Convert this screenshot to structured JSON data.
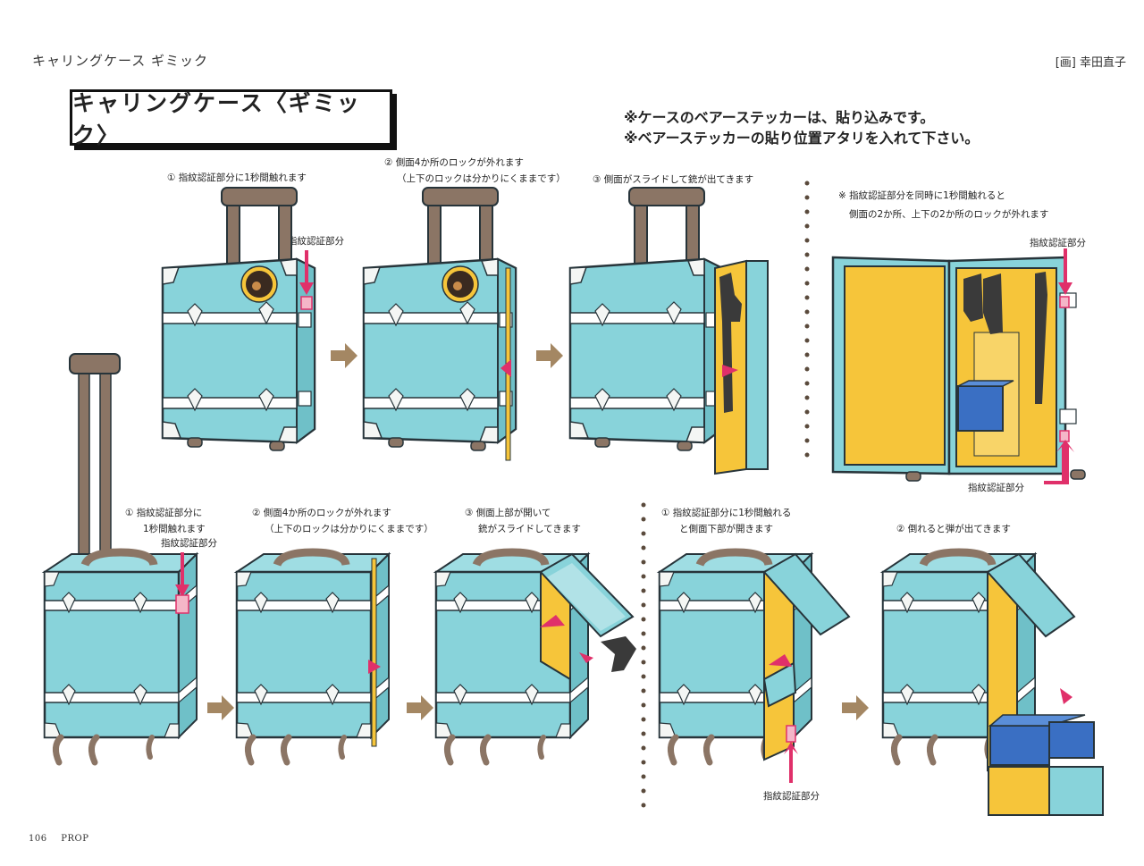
{
  "header": {
    "section_title": "キャリングケース ギミック",
    "credit": "[画] 幸田直子"
  },
  "title": "キャリングケース〈ギミック〉",
  "notes": [
    "※ケースのベアーステッカーは、貼り込みです。",
    "※ベアーステッカーの貼り位置アタリを入れて下さい。"
  ],
  "top_row": {
    "step1": "① 指紋認証部分に1秒間触れます",
    "step1_pointer": "指紋認証部分",
    "step2_line1": "② 側面4か所のロックが外れます",
    "step2_line2": "（上下のロックは分かりにくままです）",
    "step3": "③ 側面がスライドして銃が出てきます",
    "aside_line1": "※ 指紋認証部分を同時に1秒間触れると",
    "aside_line2": "側面の2か所、上下の2か所のロックが外れます",
    "aside_pointer_top": "指紋認証部分",
    "aside_pointer_bottom": "指紋認証部分"
  },
  "bottom_row": {
    "step1_line1": "① 指紋認証部分に",
    "step1_line2": "1秒間触れます",
    "step1_pointer": "指紋認証部分",
    "step2_line1": "② 側面4か所のロックが外れます",
    "step2_line2": "（上下のロックは分かりにくままです）",
    "step3_line1": "③ 側面上部が開いて",
    "step3_line2": "銃がスライドしてきます",
    "right_step1_line1": "① 指紋認証部分に1秒間触れる",
    "right_step1_line2": "と側面下部が開きます",
    "right_step2": "② 倒れると弾が出てきます",
    "right_pointer": "指紋認証部分"
  },
  "footer": {
    "page_number": "106",
    "section": "PROP"
  },
  "colors": {
    "case_body": "#88d3da",
    "case_outline": "#27343a",
    "band": "#ffffff",
    "handle": "#8b7565",
    "interior": "#f6c53a",
    "arrow": "#e0306a",
    "step_arrow": "#a48763",
    "ammo_box": "#3a6fc3",
    "gun": "#3a3a3a"
  }
}
